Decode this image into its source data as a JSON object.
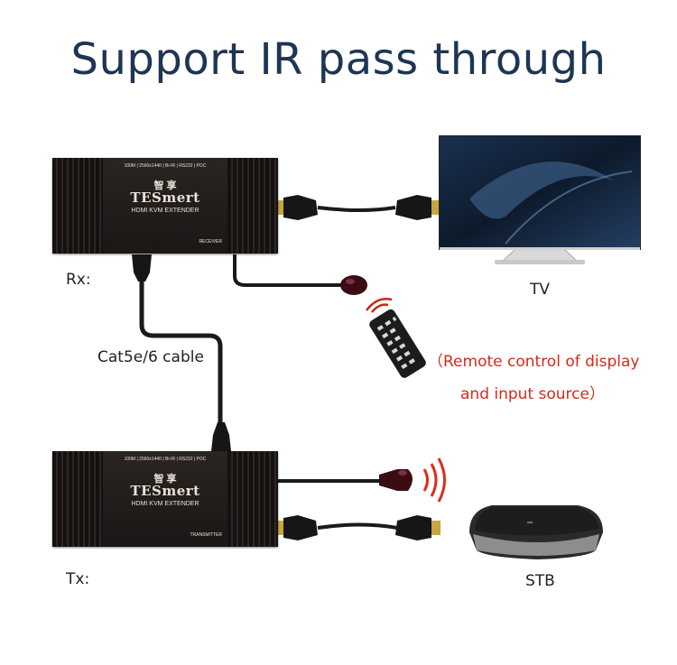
{
  "title": "Support IR pass through",
  "labels": {
    "rx": "Rx:",
    "tx": "Tx:",
    "cable": "Cat5e/6 cable",
    "tv": "TV",
    "stb": "STB",
    "remote_note_line1": "（Remote control of display",
    "remote_note_line2": "and input source）"
  },
  "receiver": {
    "spec": "100M | 2560x1440 | Bi-IR | RS232 | POC",
    "logo_cn": "智 享",
    "brand": "TESmert",
    "model": "HDMI KVM EXTENDER",
    "role": "RECEIVER"
  },
  "transmitter": {
    "spec": "100M | 2560x1440 | Bi-IR | RS232 | POC",
    "logo_cn": "智 享",
    "brand": "TESmert",
    "model": "HDMI KVM EXTENDER",
    "role": "TRANSMITTER"
  },
  "colors": {
    "title": "#1e3553",
    "note": "#d42a1a",
    "ir_waves": "#e02a1a",
    "device_body": "#231e1c",
    "connector_gold": "#c9a441"
  }
}
